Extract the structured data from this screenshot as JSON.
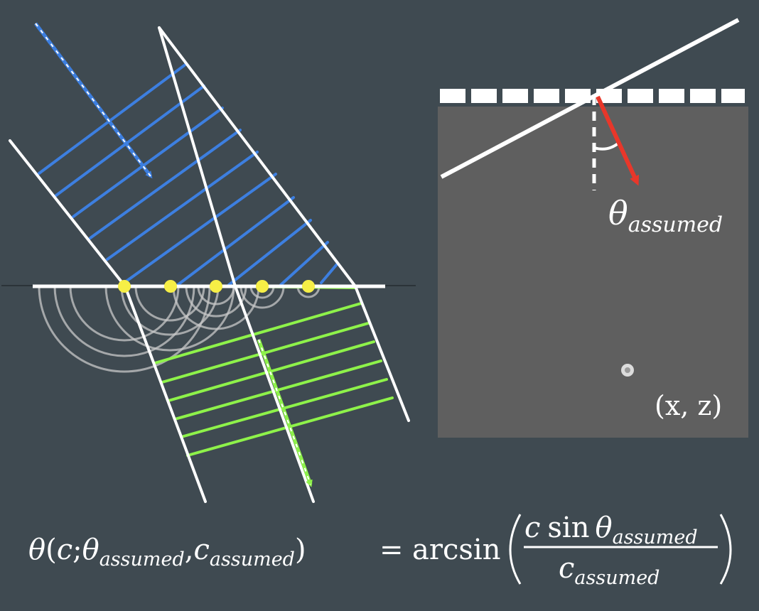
{
  "labels": {
    "theta_symbol": "θ",
    "theta_subscript": "assumed",
    "point_label": "(x, z)"
  },
  "equation": {
    "lhs_theta": "θ",
    "lhs_open": "(",
    "lhs_c": "c",
    "lhs_sep": ";",
    "lhs_theta2": "θ",
    "lhs_theta2_sub": "assumed",
    "lhs_comma": ",",
    "lhs_c2": "c",
    "lhs_c2_sub": "assumed",
    "lhs_close": ")",
    "equals": "=",
    "func": "arcsin",
    "num_c": "c",
    "num_sin": "sin",
    "num_theta": "θ",
    "num_theta_sub": "assumed",
    "den_c": "c",
    "den_c_sub": "assumed"
  },
  "colors": {
    "background": "#3f4a51",
    "incident_wave": "#3d7fe0",
    "refracted_wave": "#8ef24a",
    "source_points": "#f6ef46",
    "angle_arrow": "#e8372a",
    "medium_box": "#5f5f5f"
  }
}
